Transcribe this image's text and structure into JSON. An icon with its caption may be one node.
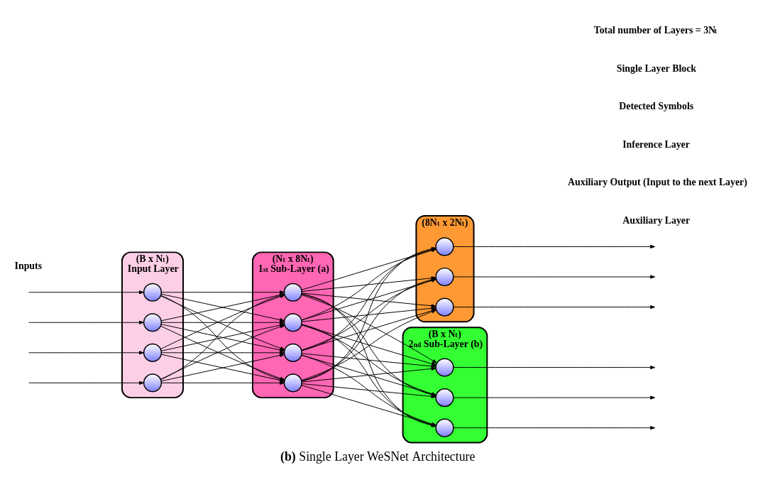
{
  "diagram": {
    "caption": "**(b)** Single Layer WeSNet Architecture",
    "nodes": [
      {
        "text": [
          "(B x N$_{t}$)",
          "Input Layer"
        ]
      },
      {
        "text": [],
        "shape": "circle",
        "in": 0
      },
      {
        "text": [],
        "shape": "circle",
        "in": 0
      },
      {
        "text": [],
        "shape": "circle",
        "in": 0
      },
      {
        "text": [],
        "shape": "circle",
        "in": 0
      },
      {
        "text": [
          "(N$_{t}$ x 8N$_{t}$)",
          "1$^{st}$ Sub-Layer (a)"
        ]
      },
      {
        "text": [],
        "shape": "circle",
        "in": 5
      },
      {
        "text": [],
        "shape": "circle",
        "in": 5
      },
      {
        "text": [],
        "shape": "circle",
        "in": 5
      },
      {
        "text": [],
        "shape": "circle",
        "in": 5
      },
      {
        "text": [
          "(8N$_{t}$ x 2N$_{t}$)"
        ]
      },
      {
        "text": [],
        "shape": "circle",
        "in": 10
      },
      {
        "text": [],
        "shape": "circle",
        "in": 10
      },
      {
        "text": [],
        "shape": "circle",
        "in": 10
      },
      {
        "text": [
          "(B x N$_{t}$)",
          "2$^{nd}$ Sub-Layer (b)"
        ]
      },
      {
        "text": [],
        "shape": "circle",
        "in": 14
      },
      {
        "text": [],
        "shape": "circle",
        "in": 14
      },
      {
        "text": [],
        "shape": "circle",
        "in": 14
      }
    ],
    "edges": [
      {
        "from": null,
        "to": 1,
        "arrow": "to"
      },
      {
        "from": null,
        "to": 2,
        "arrow": "to"
      },
      {
        "from": null,
        "to": 3,
        "arrow": "to"
      },
      {
        "from": null,
        "to": 4,
        "arrow": "to"
      },
      {
        "from": 1,
        "to": 6,
        "arrow": "to"
      },
      {
        "from": 1,
        "to": 7,
        "arrow": "to"
      },
      {
        "from": 1,
        "to": 8,
        "arrow": "to"
      },
      {
        "from": 1,
        "to": 9,
        "arrow": "to"
      },
      {
        "from": 2,
        "to": 6,
        "arrow": "to"
      },
      {
        "from": 2,
        "to": 7,
        "arrow": "to"
      },
      {
        "from": 2,
        "to": 8,
        "arrow": "to"
      },
      {
        "from": 2,
        "to": 9,
        "arrow": "to"
      },
      {
        "from": 3,
        "to": 6,
        "arrow": "to"
      },
      {
        "from": 3,
        "to": 7,
        "arrow": "to"
      },
      {
        "from": 3,
        "to": 8,
        "arrow": "to"
      },
      {
        "from": 3,
        "to": 9,
        "arrow": "to"
      },
      {
        "from": 4,
        "to": 6,
        "arrow": "to"
      },
      {
        "from": 4,
        "to": 7,
        "arrow": "to"
      },
      {
        "from": 4,
        "to": 8,
        "arrow": "to"
      },
      {
        "from": 4,
        "to": 9,
        "arrow": "to"
      },
      {
        "from": 6,
        "to": 11,
        "arrow": "to"
      },
      {
        "from": 6,
        "to": 12,
        "arrow": "to"
      },
      {
        "from": 6,
        "to": 13,
        "arrow": "to"
      },
      {
        "from": 7,
        "to": 11,
        "arrow": "to"
      },
      {
        "from": 7,
        "to": 12,
        "arrow": "to"
      },
      {
        "from": 7,
        "to": 13,
        "arrow": "to"
      },
      {
        "from": 8,
        "to": 11,
        "arrow": "to"
      },
      {
        "from": 8,
        "to": 12,
        "arrow": "to"
      },
      {
        "from": 8,
        "to": 13,
        "arrow": "to"
      },
      {
        "from": 9,
        "to": 11,
        "arrow": "to"
      },
      {
        "from": 9,
        "to": 12,
        "arrow": "to"
      },
      {
        "from": 9,
        "to": 13,
        "arrow": "to"
      },
      {
        "from": 6,
        "to": 15,
        "arrow": "to"
      },
      {
        "from": 6,
        "to": 16,
        "arrow": "to"
      },
      {
        "from": 6,
        "to": 17,
        "arrow": "to"
      },
      {
        "from": 7,
        "to": 15,
        "arrow": "to"
      },
      {
        "from": 7,
        "to": 16,
        "arrow": "to"
      },
      {
        "from": 7,
        "to": 17,
        "arrow": "to"
      },
      {
        "from": 8,
        "to": 15,
        "arrow": "to"
      },
      {
        "from": 8,
        "to": 16,
        "arrow": "to"
      },
      {
        "from": 8,
        "to": 17,
        "arrow": "to"
      },
      {
        "from": 9,
        "to": 15,
        "arrow": "to"
      },
      {
        "from": 9,
        "to": 16,
        "arrow": "to"
      },
      {
        "from": 9,
        "to": 17,
        "arrow": "to"
      },
      {
        "from": 11,
        "to": null,
        "arrow": "to"
      },
      {
        "from": 12,
        "to": null,
        "arrow": "to"
      },
      {
        "from": 13,
        "to": null,
        "arrow": "to"
      },
      {
        "from": 15,
        "to": null,
        "arrow": "to"
      },
      {
        "from": 16,
        "to": null,
        "arrow": "to"
      },
      {
        "from": 17,
        "to": null,
        "arrow": "to"
      }
    ],
    "labels": [
      "Inputs",
      "Auxiliary Layer",
      "Auxiliary Output (Input to the next Layer)",
      "Inference Layer",
      "Detected Symbols",
      "Single Layer Block",
      "Total number of Layers = 3N$_{t}$"
    ]
  }
}
